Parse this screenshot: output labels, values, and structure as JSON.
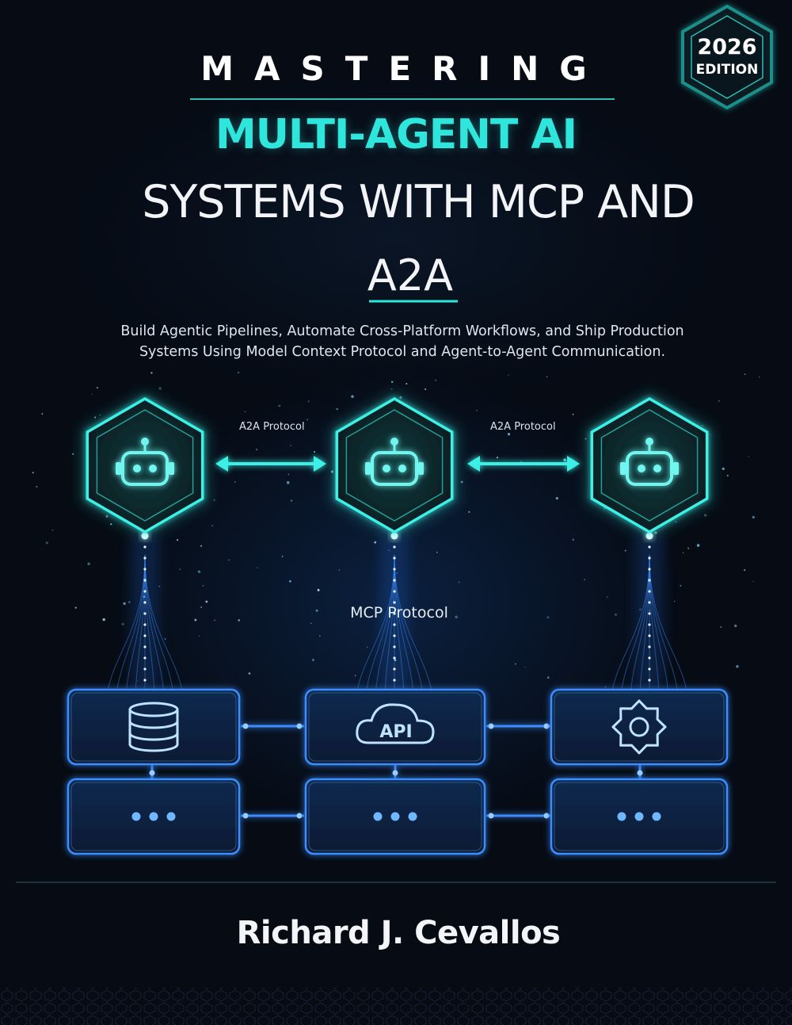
{
  "cover": {
    "title_line1": "MASTERING",
    "title_line2": "MULTI-AGENT AI",
    "title_line3": "SYSTEMS WITH MCP AND",
    "title_line4": "A2A",
    "subtitle_line1": "Build Agentic Pipelines, Automate Cross-Platform Workflows, and Ship Production",
    "subtitle_line2": "Systems Using Model Context Protocol and Agent-to-Agent Communication.",
    "author": "Richard J. Cevallos"
  },
  "badge": {
    "year": "2026",
    "label": "EDITION"
  },
  "diagram": {
    "agents": [
      {
        "icon": "robot-icon"
      },
      {
        "icon": "robot-icon"
      },
      {
        "icon": "robot-icon"
      }
    ],
    "a2a_labels": [
      "A2A Protocol",
      "A2A Protocol"
    ],
    "mcp_label": "MCP Protocol",
    "boxes_top": [
      {
        "icon": "database-icon"
      },
      {
        "icon": "cloud-api-icon",
        "text": "API"
      },
      {
        "icon": "gear-icon"
      }
    ],
    "boxes_bottom": [
      {
        "icon": "ellipsis-icon"
      },
      {
        "icon": "ellipsis-icon"
      },
      {
        "icon": "ellipsis-icon"
      }
    ]
  },
  "colors": {
    "background": "#060b14",
    "accent_teal": "#2ee6dc",
    "accent_blue": "#3a8dff",
    "text": "#f2f4f7"
  }
}
